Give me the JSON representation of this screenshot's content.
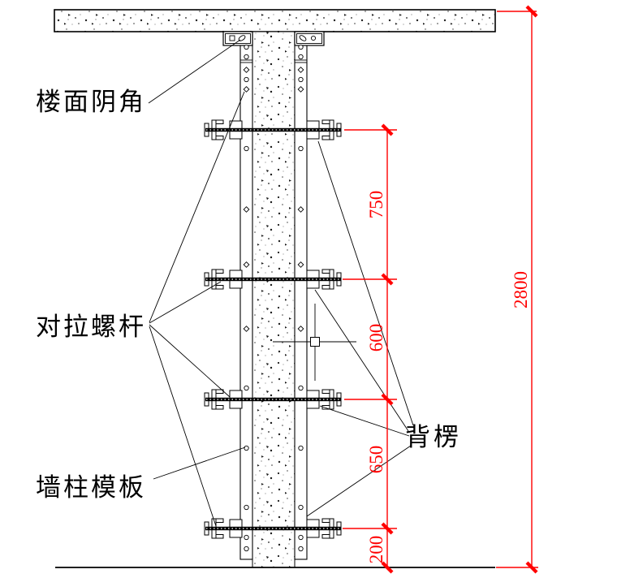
{
  "labels": {
    "floor_inner_corner": "楼面阴角",
    "tie_rod": "对拉螺杆",
    "wall_column_formwork": "墙柱模板",
    "back_waler": "背楞"
  },
  "dimensions": {
    "spacing_1": "750",
    "spacing_2": "600",
    "spacing_3": "650",
    "spacing_4": "200",
    "overall_height": "2800"
  },
  "colors": {
    "dimension": "#ff0000",
    "linework": "#000000",
    "background": "#ffffff"
  }
}
